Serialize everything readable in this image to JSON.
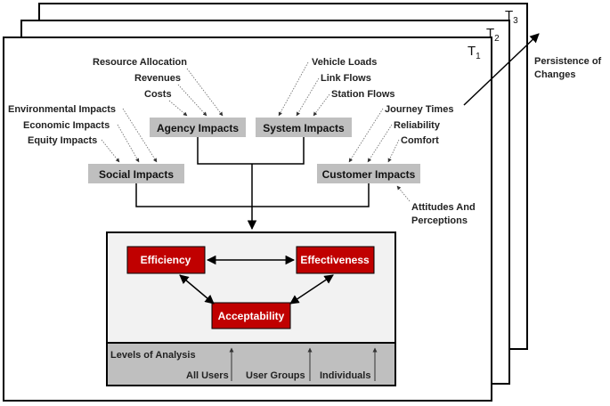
{
  "frames": {
    "t3": {
      "letter": "T",
      "sub": "3"
    },
    "t2": {
      "letter": "T",
      "sub": "2"
    },
    "t1": {
      "letter": "T",
      "sub": "1"
    }
  },
  "persistence": {
    "line1": "Persistence of",
    "line2": "Changes"
  },
  "agency": {
    "title": "Agency Impacts",
    "inputs": [
      "Resource Allocation",
      "Revenues",
      "Costs"
    ]
  },
  "system": {
    "title": "System Impacts",
    "inputs": [
      "Vehicle Loads",
      "Link Flows",
      "Station Flows"
    ]
  },
  "social": {
    "title": "Social Impacts",
    "inputs": [
      "Environmental Impacts",
      "Economic Impacts",
      "Equity Impacts"
    ]
  },
  "customer": {
    "title": "Customer Impacts",
    "inputs": [
      "Journey Times",
      "Reliability",
      "Comfort"
    ],
    "attitudes": {
      "line1": "Attitudes And",
      "line2": "Perceptions"
    }
  },
  "core": {
    "efficiency": "Efficiency",
    "effectiveness": "Effectiveness",
    "acceptability": "Acceptability"
  },
  "levels": {
    "title": "Levels of Analysis",
    "items": [
      "All Users",
      "User Groups",
      "Individuals"
    ]
  },
  "colors": {
    "gray_box": "#bfbfbf",
    "red_box": "#c00000",
    "panel_bg": "#f2f2f2",
    "levels_bg": "#bfbfbf"
  }
}
